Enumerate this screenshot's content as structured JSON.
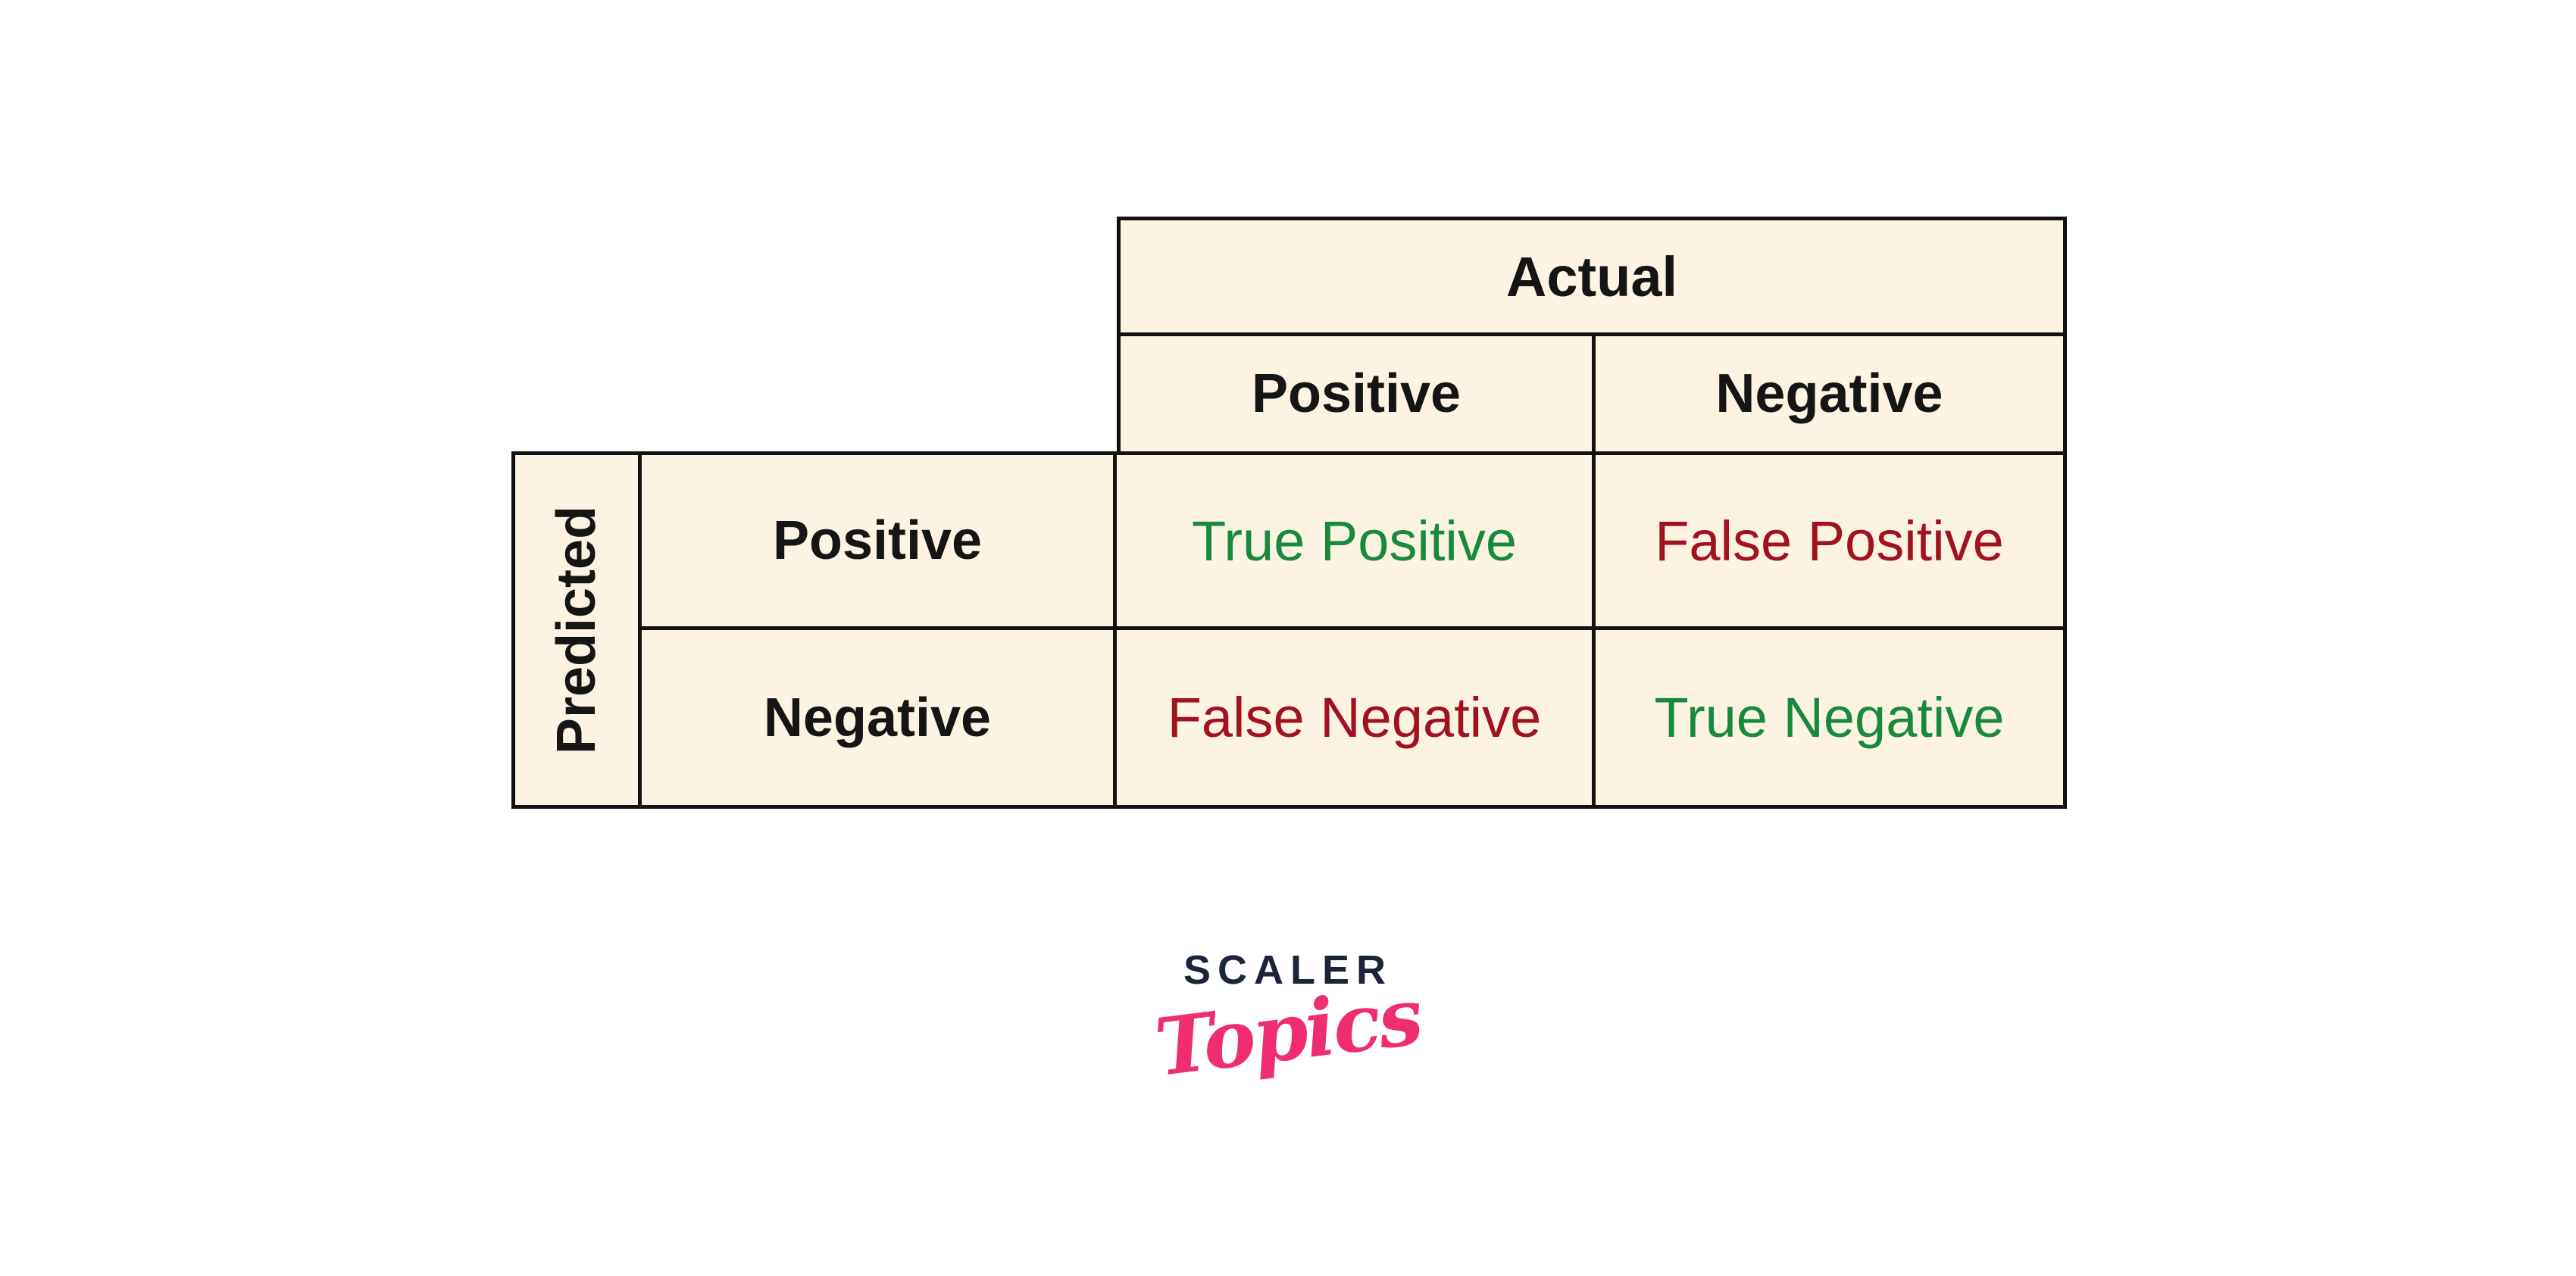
{
  "colors": {
    "page_background": "#ffffff",
    "cell_fill": "#fdf3e2",
    "grid_border": "#121212",
    "label_text": "#151515",
    "true_text_green": "#178a3d",
    "false_text_red": "#a1121f",
    "logo_navy": "#1b2439",
    "logo_pink": "#ee2d72"
  },
  "matrix": {
    "top_axis_label": "Actual",
    "left_axis_label": "Predicted",
    "column_headers": [
      "Positive",
      "Negative"
    ],
    "row_headers": [
      "Positive",
      "Negative"
    ],
    "cells": [
      [
        {
          "label": "True Positive",
          "type": "true"
        },
        {
          "label": "False Positive",
          "type": "false"
        }
      ],
      [
        {
          "label": "False Negative",
          "type": "false"
        },
        {
          "label": "True Negative",
          "type": "true"
        }
      ]
    ]
  },
  "logo": {
    "brand": "SCALER",
    "wordmark": "Topics"
  }
}
